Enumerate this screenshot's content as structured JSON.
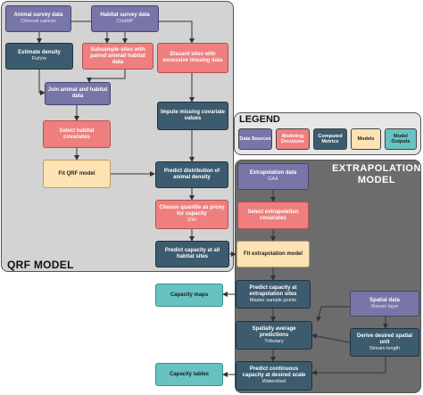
{
  "panels": {
    "qrf_label": "QRF MODEL",
    "extrap_label_line1": "EXTRAPOLATION",
    "extrap_label_line2": "MODEL",
    "legend_title": "LEGEND"
  },
  "legend": [
    {
      "label": "Data Sources",
      "color": "#7876a8"
    },
    {
      "label": "Modeling Decisions",
      "color": "#ef7f7f"
    },
    {
      "label": "Computed Metrics",
      "color": "#3c5b6e"
    },
    {
      "label": "Models",
      "color": "#fde2b3"
    },
    {
      "label": "Model Outputs",
      "color": "#66c3c1"
    }
  ],
  "nodes": {
    "animal_survey": {
      "title": "Animal survey data",
      "sub": "Chinook salmon"
    },
    "habitat_survey": {
      "title": "Habitat survey data",
      "sub": "CHaMP"
    },
    "estimate_density": {
      "title": "Estimate density",
      "sub": "Fish/m"
    },
    "subsample_sites": {
      "title": "Subsample sites with paired animal/ habitat data",
      "sub": ""
    },
    "discard_sites": {
      "title": "Discard sites with excessive missing data",
      "sub": ""
    },
    "join_data": {
      "title": "Join animal and habitat data",
      "sub": ""
    },
    "impute_missing": {
      "title": "Impute missing covariate values",
      "sub": ""
    },
    "select_habitat_cov": {
      "title": "Select habitat covariates",
      "sub": ""
    },
    "fit_qrf": {
      "title": "Fit QRF model",
      "sub": ""
    },
    "predict_distribution": {
      "title": "Predict distribution of animal density",
      "sub": ""
    },
    "choose_quantile": {
      "title": "Choose quantile as proxy for capacity",
      "sub": "90th"
    },
    "predict_capacity_all": {
      "title": "Predict capacity at all habitat sites",
      "sub": ""
    },
    "extrap_data": {
      "title": "Extrapolation data",
      "sub": "GAA"
    },
    "select_extrap_cov": {
      "title": "Select extrapolation covariates",
      "sub": ""
    },
    "fit_extrap": {
      "title": "Fit extrapolation model",
      "sub": ""
    },
    "predict_capacity_extrap": {
      "title": "Predict capacity at extrapolation sites",
      "sub": "Master sample points"
    },
    "capacity_maps": {
      "title": "Capacity maps",
      "sub": ""
    },
    "spatial_data": {
      "title": "Spatial data",
      "sub": "Stream layer"
    },
    "spatially_average": {
      "title": "Spatially average predictions",
      "sub": "Tributary"
    },
    "derive_unit": {
      "title": "Derive desired spatial unit",
      "sub": "Stream length"
    },
    "capacity_tables": {
      "title": "Capacity tables",
      "sub": ""
    },
    "predict_continuous": {
      "title": "Predict continuous capacity at desired scale",
      "sub": "Watershed"
    }
  }
}
